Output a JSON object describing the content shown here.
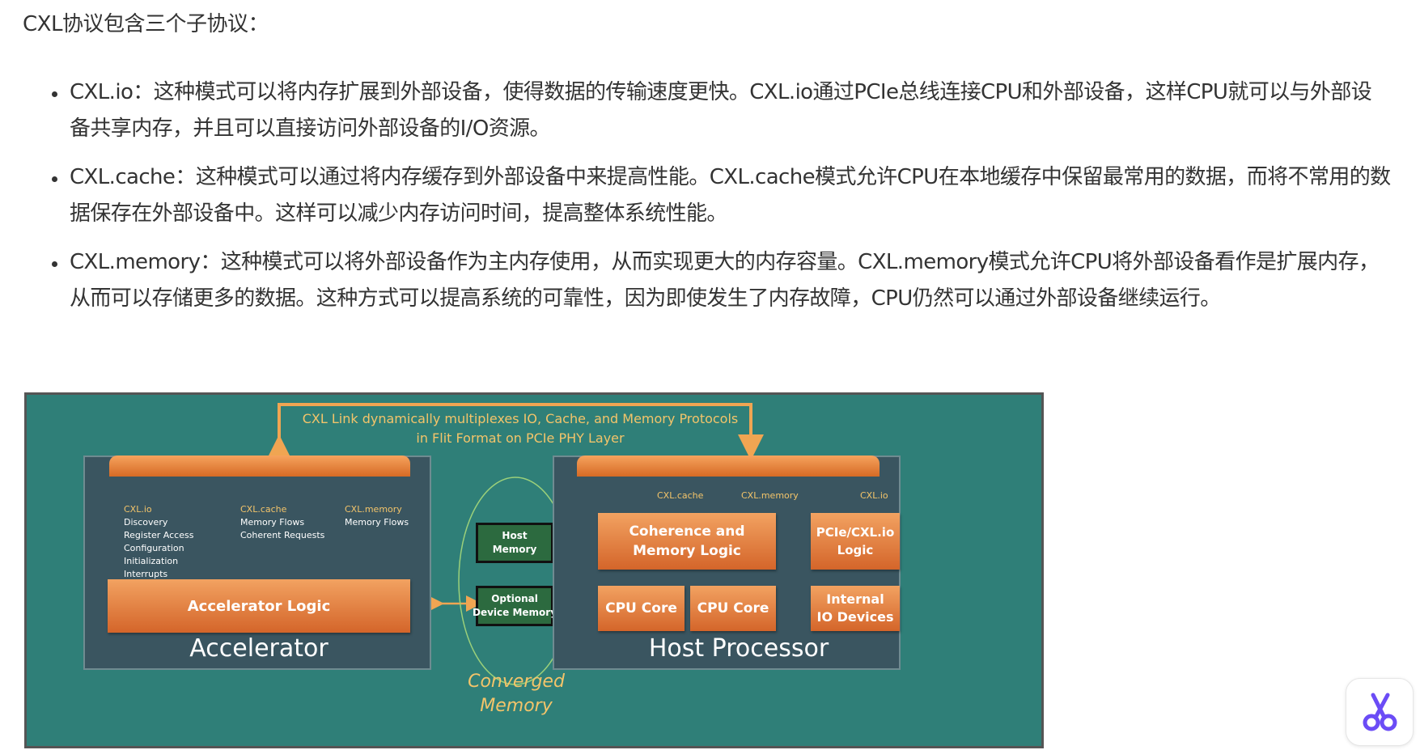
{
  "intro": "CXL协议包含三个子协议：",
  "bullets": [
    "CXL.io：这种模式可以将内存扩展到外部设备，使得数据的传输速度更快。CXL.io通过PCIe总线连接CPU和外部设备，这样CPU就可以与外部设备共享内存，并且可以直接访问外部设备的I/O资源。",
    "CXL.cache：这种模式可以通过将内存缓存到外部设备中来提高性能。CXL.cache模式允许CPU在本地缓存中保留最常用的数据，而将不常用的数据保存在外部设备中。这样可以减少内存访问时间，提高整体系统性能。",
    "CXL.memory：这种模式可以将外部设备作为主内存使用，从而实现更大的内存容量。CXL.memory模式允许CPU将外部设备看作是扩展内存，从而可以存储更多的数据。这种方式可以提高系统的可靠性，因为即使发生了内存故障，CPU仍然可以通过外部设备继续运行。"
  ],
  "diagram": {
    "caption_line1": "CXL Link dynamically  multiplexes  IO,  Cache,  and  Memory Protocols",
    "caption_line2": "in Flit Format on PCIe PHY Layer",
    "accelerator": {
      "title": "Accelerator",
      "logic": "Accelerator Logic",
      "io_head": "CXL.io",
      "io_items": "Discovery\nRegister Access\nConfiguration\nInitialization\nInterrupts\nDMA\nATS",
      "cache_head": "CXL.cache",
      "cache_items": "Memory Flows\nCoherent Requests",
      "memory_head": "CXL.memory",
      "memory_items": "Memory Flows"
    },
    "host_memory": "Host\nMemory",
    "optional_memory": "Optional\nDevice Memory",
    "converged": "Converged\nMemory",
    "host": {
      "title": "Host Processor",
      "label_cache": "CXL.cache",
      "label_memory": "CXL.memory",
      "label_io": "CXL.io",
      "coherence": "Coherence and\nMemory Logic",
      "pcie": "PCIe/CXL.io\nLogic",
      "cpu1": "CPU Core",
      "cpu2": "CPU Core",
      "internal_io": "Internal\nIO Devices"
    },
    "colors": {
      "background": "#2f7f78",
      "panel": "#3a5560",
      "orange": "#e07b39",
      "accent_text": "#f3c46a"
    }
  },
  "fab_icon": "scissors-icon"
}
